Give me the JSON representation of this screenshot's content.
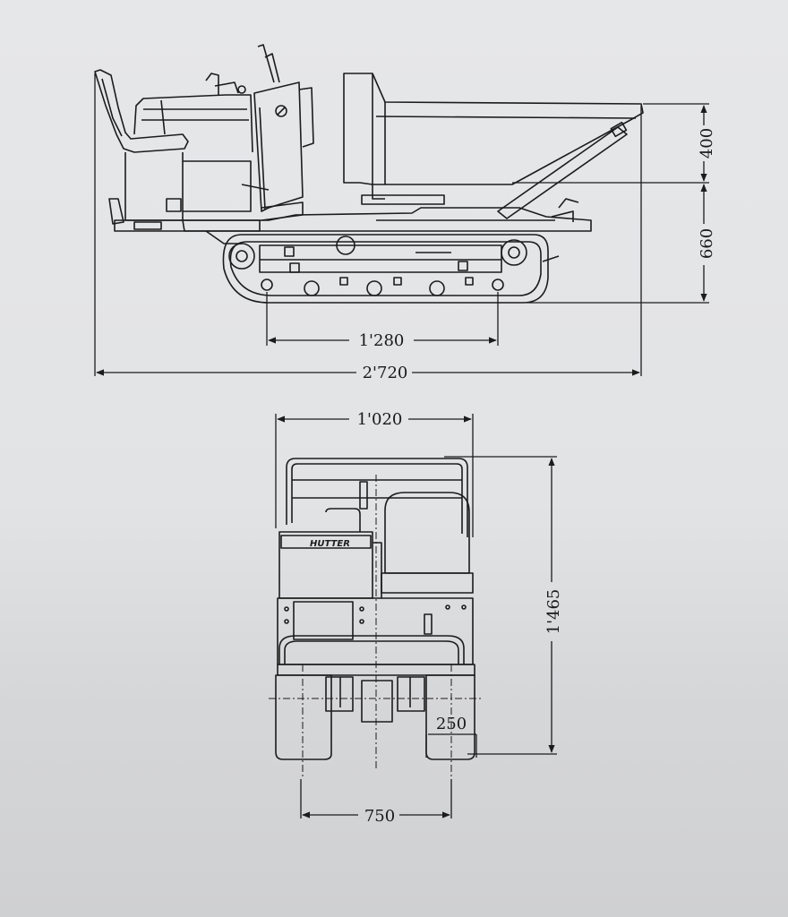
{
  "side_view": {
    "dimensions": {
      "height_bucket": "400",
      "height_track": "660",
      "wheelbase": "1'280",
      "overall_length": "2'720"
    }
  },
  "front_view": {
    "brand_label": "HUTTER",
    "dimensions": {
      "overall_width": "1'020",
      "overall_height": "1'465",
      "track_width": "250",
      "track_gauge": "750"
    }
  },
  "colors": {
    "paper": "#e4e5e7",
    "line": "#1c1c1c"
  }
}
